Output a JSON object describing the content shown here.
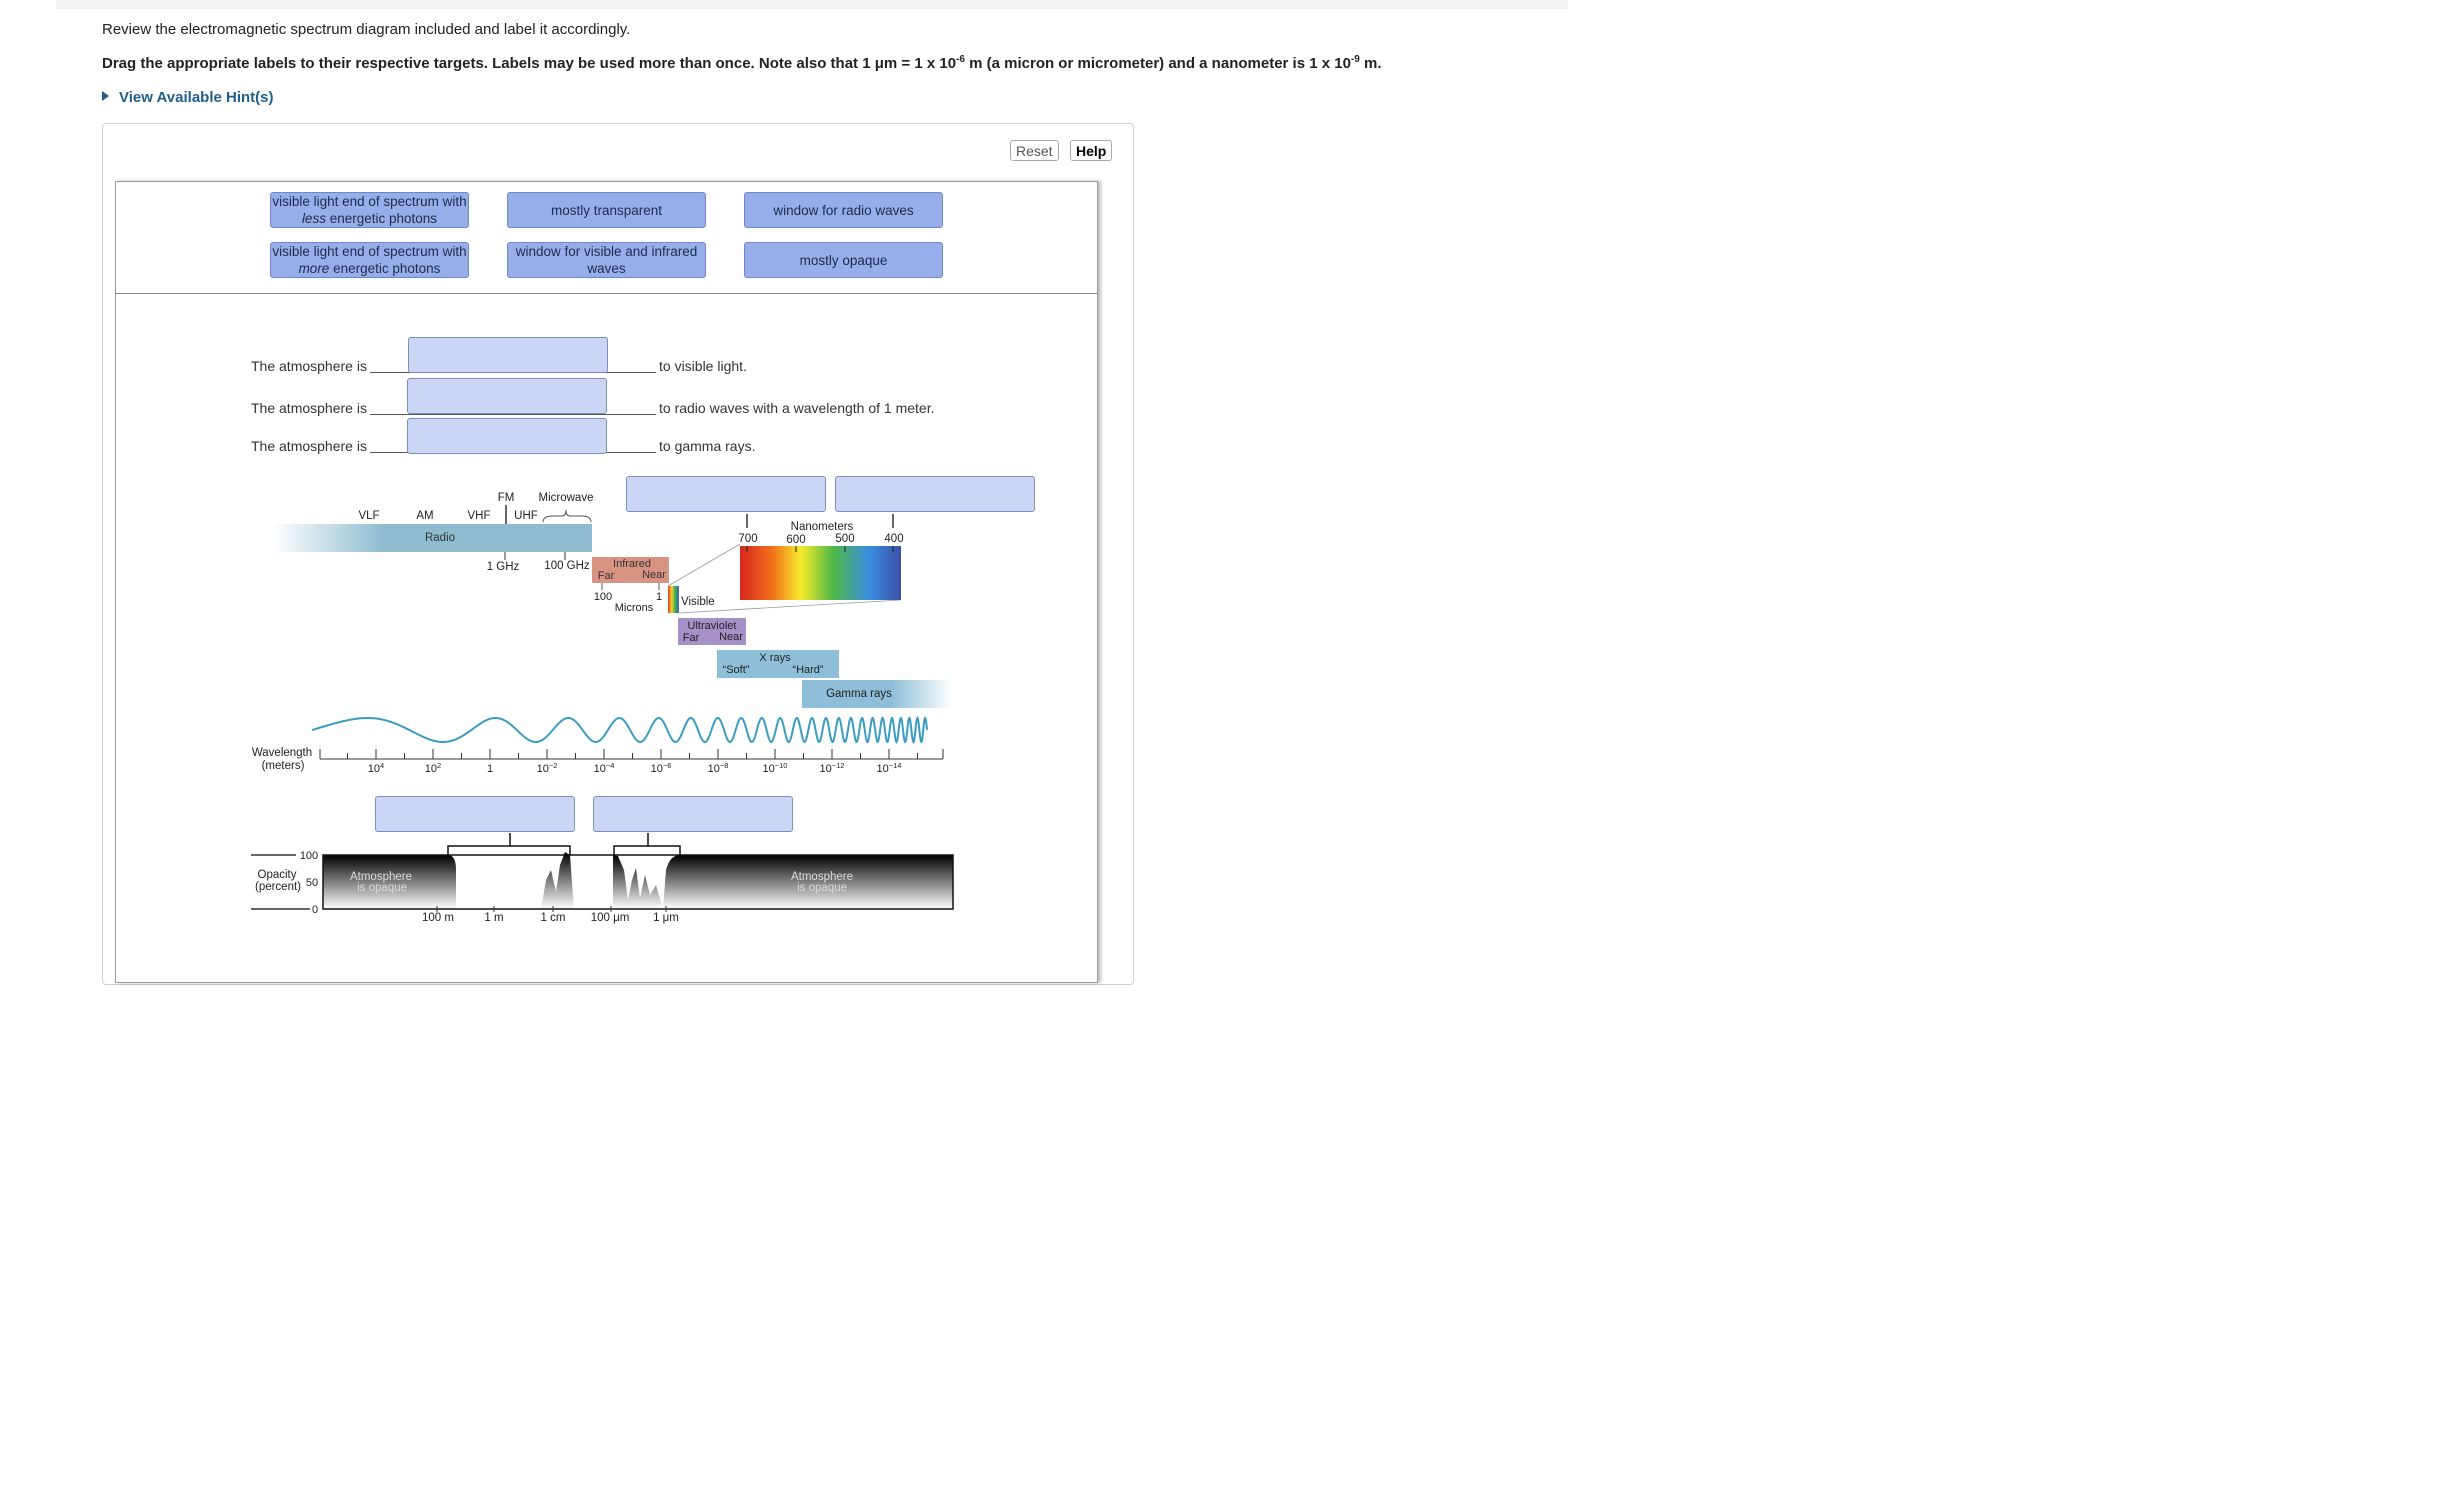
{
  "intro": "Review the electromagnetic spectrum diagram included and label it accordingly.",
  "instructions": {
    "part1": "Drag the appropriate labels to their respective targets. Labels may be used more than once. Note also that 1 μm = 1 x 10",
    "exp1": "-6",
    "part2": " m (a micron or micrometer) and a nanometer is 1 x 10",
    "exp2": "-9",
    "part3": " m."
  },
  "hint_link": "View Available Hint(s)",
  "buttons": {
    "reset": "Reset",
    "help": "Help"
  },
  "labels": [
    {
      "line1": "visible light end of spectrum with",
      "emph": "less",
      "rest": " energetic photons"
    },
    {
      "text": "mostly transparent"
    },
    {
      "text": "window for radio waves"
    },
    {
      "line1": "visible light end of spectrum with",
      "emph": "more",
      "rest": " energetic photons"
    },
    {
      "text": "window for visible and infrared waves"
    },
    {
      "text": "mostly opaque"
    }
  ],
  "sentences": [
    {
      "prefix": "The atmosphere is",
      "suffix": "to visible light."
    },
    {
      "prefix": "The atmosphere is",
      "suffix": "to radio waves with a wavelength of 1 meter."
    },
    {
      "prefix": "The atmosphere is",
      "suffix": "to gamma rays."
    }
  ],
  "diagram": {
    "bands": {
      "vlf": "VLF",
      "am": "AM",
      "vhf": "VHF",
      "fm": "FM",
      "uhf": "UHF",
      "microwave": "Microwave",
      "radio": "Radio",
      "ghz1": "1 GHz",
      "ghz100": "100 GHz",
      "infrared": "Infrared",
      "ir_far": "Far",
      "ir_near": "Near",
      "microns_100": "100",
      "microns_1": "1",
      "microns": "Microns",
      "visible": "Visible",
      "ultraviolet": "Ultraviolet",
      "uv_far": "Far",
      "uv_near": "Near",
      "xrays": "X rays",
      "soft": "“Soft”",
      "hard": "“Hard”",
      "gamma": "Gamma rays"
    },
    "nanometers": {
      "title": "Nanometers",
      "ticks": [
        "700",
        "600",
        "500",
        "400"
      ]
    },
    "wavelength_label": [
      "Wavelength",
      "(meters)"
    ],
    "wavelength_ticks": [
      {
        "base": "10",
        "exp": "4"
      },
      {
        "base": "10",
        "exp": "2"
      },
      {
        "base": "1",
        "exp": ""
      },
      {
        "base": "10",
        "exp": "−2"
      },
      {
        "base": "10",
        "exp": "−4"
      },
      {
        "base": "10",
        "exp": "−6"
      },
      {
        "base": "10",
        "exp": "−8"
      },
      {
        "base": "10",
        "exp": "−10"
      },
      {
        "base": "10",
        "exp": "−12"
      },
      {
        "base": "10",
        "exp": "−14"
      }
    ],
    "opacity_label": [
      "Opacity",
      "(percent)"
    ],
    "opacity_ticks": [
      "100",
      "50",
      "0"
    ],
    "opaque_text": [
      "Atmosphere",
      "is opaque"
    ],
    "bottom_ticks": [
      "100 m",
      "1 m",
      "1 cm",
      "100 μm",
      "1 μm"
    ]
  },
  "colors": {
    "label_tile": "#97aeea",
    "target": "#cbd6f4",
    "radio_band": "#8fbcd0",
    "infrared_band": "#d99383",
    "uv_band": "#a690c8",
    "xray_band": "#8fbfd8",
    "hint_link": "#1f5f8b"
  }
}
